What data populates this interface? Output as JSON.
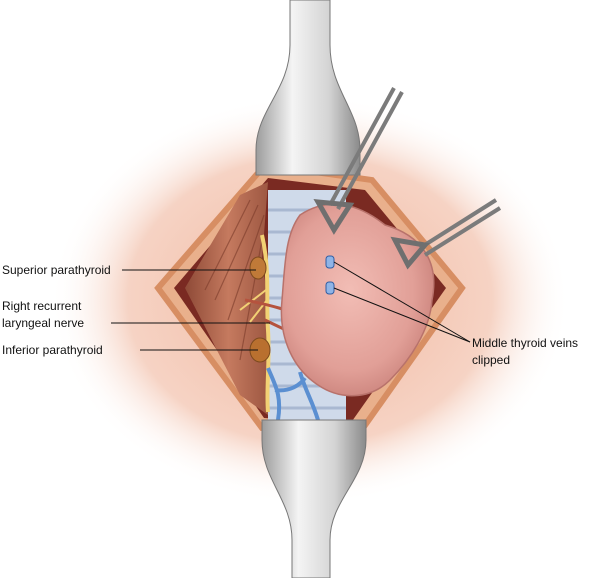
{
  "labels": {
    "superior_parathyroid": "Superior parathyroid",
    "rln_line1": "Right recurrent",
    "rln_line2": "laryngeal nerve",
    "inferior_parathyroid": "Inferior parathyroid",
    "veins_line1": "Middle thyroid veins",
    "veins_line2": "clipped"
  },
  "colors": {
    "skin_glow": "#f3c4b2",
    "wound_edge": "#e7a27a",
    "retractor": "#d9d9d9",
    "thyroid": "#e6a7a0",
    "trachea": "#c9d6e8",
    "muscle": "#b5654e",
    "parathyroid": "#c07a38",
    "nerve": "#f1d27a",
    "vein": "#5b8fd1",
    "clip": "#8fb4e6",
    "leader": "#111111"
  }
}
